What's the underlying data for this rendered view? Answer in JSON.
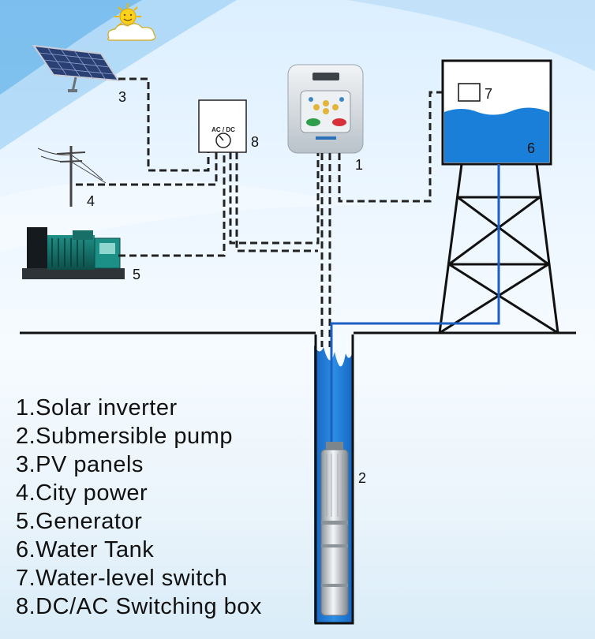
{
  "callouts": {
    "inverter": "1",
    "pump": "2",
    "pv": "3",
    "city": "4",
    "generator": "5",
    "tank": "6",
    "switch": "7",
    "box": "8"
  },
  "switch_box_text": "AC / DC",
  "legend": [
    "1.Solar inverter",
    "2.Submersible pump",
    "3.PV panels",
    "4.City power",
    "5.Generator",
    "6.Water Tank",
    "7.Water-level switch",
    "8.DC/AC Switching box"
  ],
  "colors": {
    "water": "#1a7fd8",
    "pipe": "#1d5fc2",
    "wire": "#222222",
    "inverter_green": "#2e9e4a",
    "inverter_red": "#d8303a"
  }
}
